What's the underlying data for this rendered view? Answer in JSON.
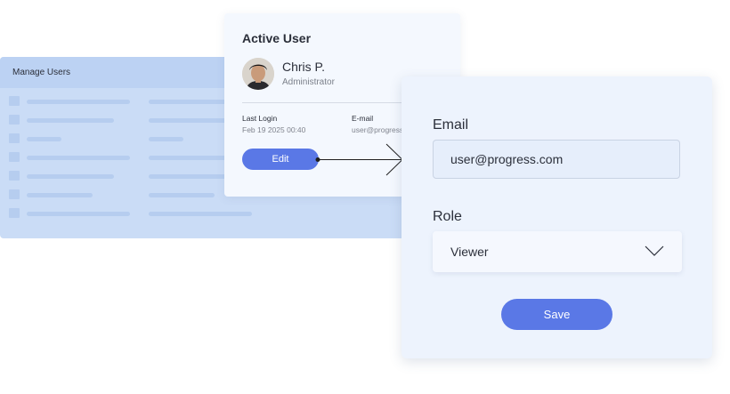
{
  "manage_users": {
    "title": "Manage Users"
  },
  "active_user": {
    "title": "Active User",
    "name": "Chris P.",
    "role": "Administrator",
    "last_login_label": "Last Login",
    "last_login_value": "Feb 19 2025 00:40",
    "email_label": "E-mail",
    "email_value": "user@progress.com",
    "edit_label": "Edit"
  },
  "edit_form": {
    "email_label": "Email",
    "email_value": "user@progress.com",
    "role_label": "Role",
    "role_value": "Viewer",
    "save_label": "Save"
  },
  "colors": {
    "accent": "#5a78e6",
    "panel_bg": "#cadcf6",
    "card_bg": "#f4f8fe"
  },
  "icons": [
    "avatar-photo",
    "arrow-icon",
    "chevron-down-icon"
  ]
}
